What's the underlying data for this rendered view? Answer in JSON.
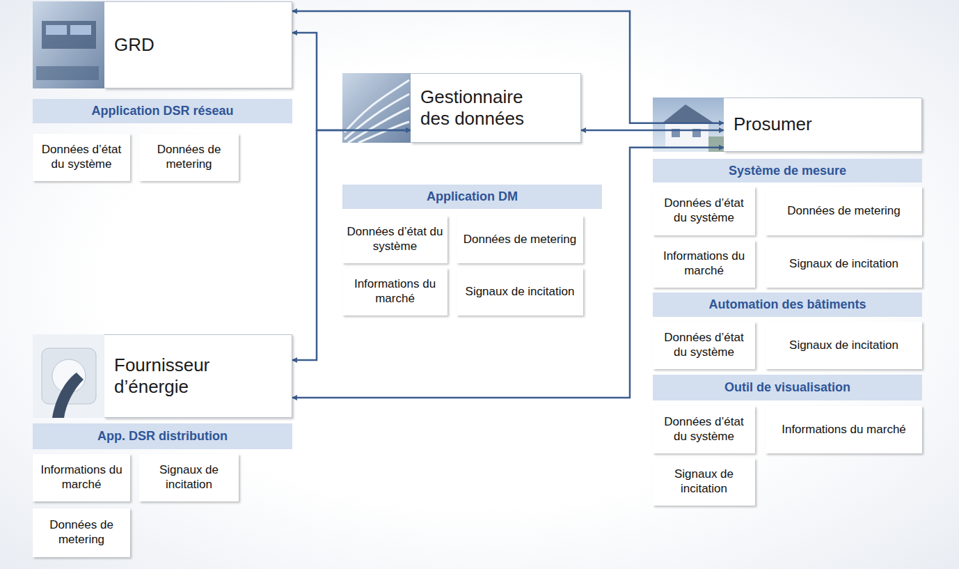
{
  "diagram": {
    "nodes": [
      {
        "text": [
          "GRD"
        ]
      },
      {
        "text": [
          "Application DSR réseau"
        ]
      },
      {
        "text": [
          "Données d’état du système"
        ]
      },
      {
        "text": [
          "Données de metering"
        ]
      },
      {
        "text": [
          "Gestionnaire des données"
        ]
      },
      {
        "text": [
          "Application DM"
        ]
      },
      {
        "text": [
          "Données d’état du système"
        ]
      },
      {
        "text": [
          "Données de metering"
        ]
      },
      {
        "text": [
          "Informations du marché"
        ]
      },
      {
        "text": [
          "Signaux de incitation"
        ]
      },
      {
        "text": [
          "Prosumer"
        ]
      },
      {
        "text": [
          "Système de mesure"
        ]
      },
      {
        "text": [
          "Données d’état du système"
        ]
      },
      {
        "text": [
          "Données de metering"
        ]
      },
      {
        "text": [
          "Informations du marché"
        ]
      },
      {
        "text": [
          "Signaux de incitation"
        ]
      },
      {
        "text": [
          "Automation des bâtiments"
        ]
      },
      {
        "text": [
          "Données d’état du système"
        ]
      },
      {
        "text": [
          "Signaux de incitation"
        ]
      },
      {
        "text": [
          "Outil de visualisation"
        ]
      },
      {
        "text": [
          "Données d’état du système"
        ]
      },
      {
        "text": [
          "Informations du marché"
        ]
      },
      {
        "text": [
          "Signaux de incitation"
        ]
      },
      {
        "text": [
          "Fournisseur d’énergie"
        ]
      },
      {
        "text": [
          "App. DSR distribution"
        ]
      },
      {
        "text": [
          "Informations du marché"
        ]
      },
      {
        "text": [
          "Signaux de incitation"
        ]
      },
      {
        "text": [
          "Données de metering"
        ]
      }
    ],
    "edges": [
      {
        "from": 0,
        "to": 10,
        "arrow": "both"
      },
      {
        "from": 4,
        "to": 0,
        "arrow": "both"
      },
      {
        "from": 4,
        "to": 23,
        "arrow": "both"
      },
      {
        "from": 4,
        "to": 10,
        "arrow": "both"
      },
      {
        "from": 23,
        "to": 10,
        "arrow": "both"
      }
    ]
  }
}
